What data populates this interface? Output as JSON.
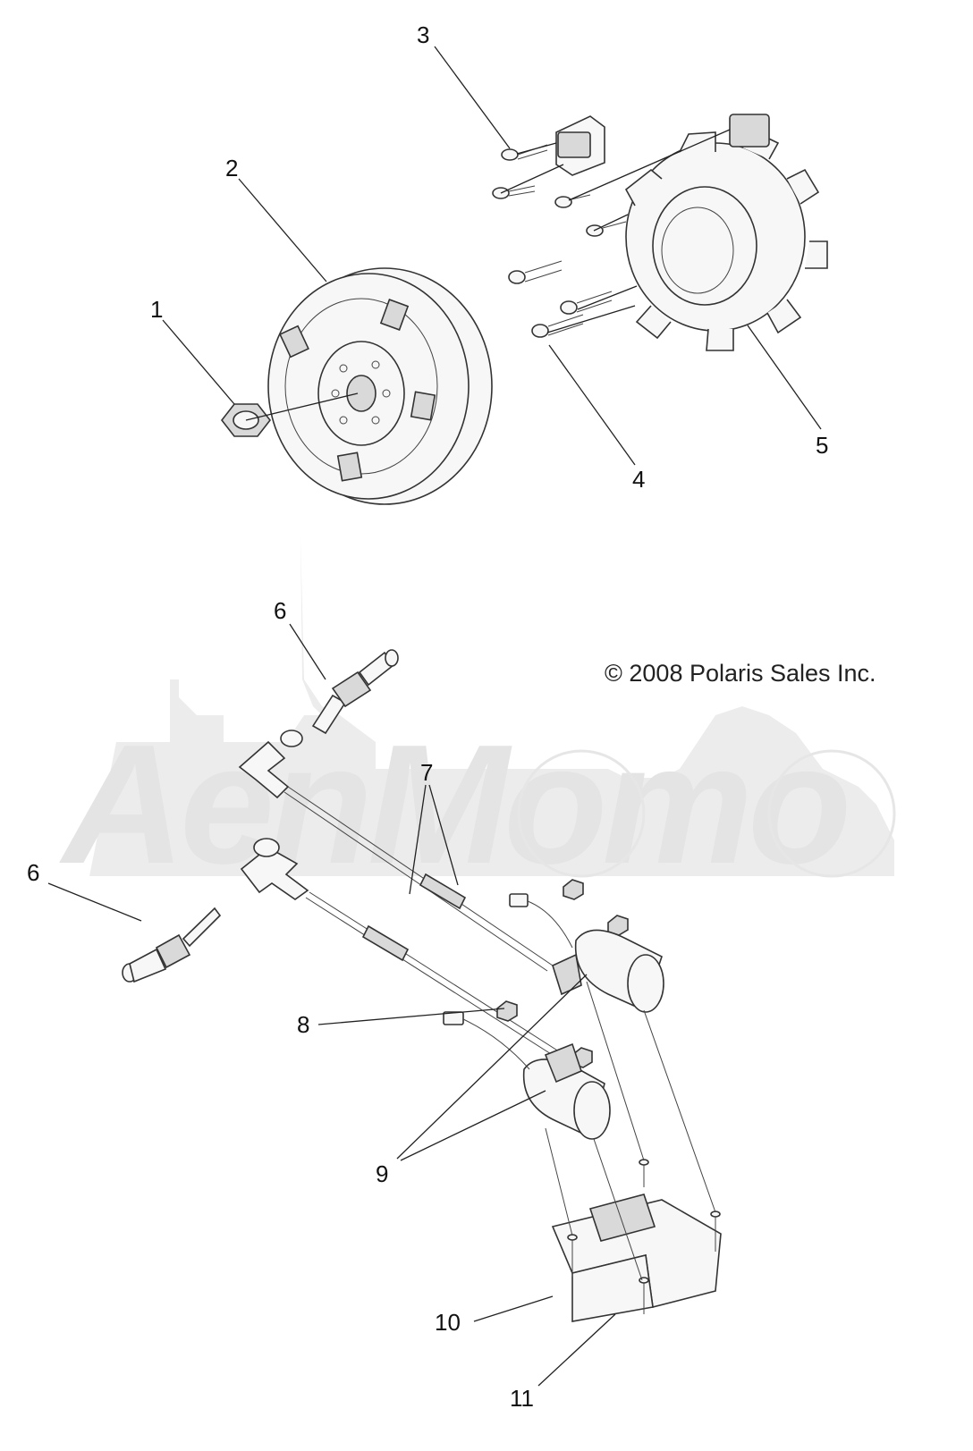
{
  "callouts": {
    "c1": "1",
    "c2": "2",
    "c3": "3",
    "c4": "4",
    "c5": "5",
    "c6a": "6",
    "c6b": "6",
    "c7": "7",
    "c8": "8",
    "c9": "9",
    "c10": "10",
    "c11": "11"
  },
  "copyright": "© 2008 Polaris Sales Inc.",
  "watermark": "AenMomo"
}
